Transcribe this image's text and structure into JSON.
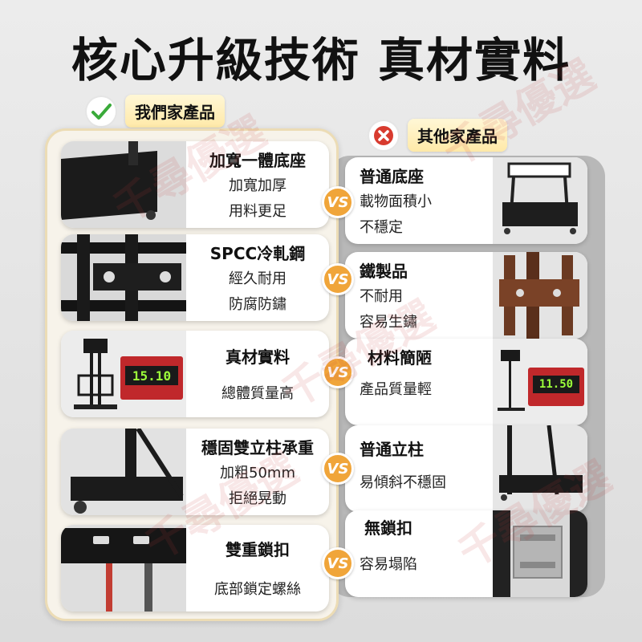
{
  "title": "核心升級技術 真材實料",
  "ours_label": "我們家產品",
  "others_label": "其他家產品",
  "vs_label": "VS",
  "watermark": "千尋優選",
  "colors": {
    "accent": "#f0a53a",
    "check": "#3aaa3a",
    "cross": "#d83b2f"
  },
  "rows": [
    {
      "ours": {
        "heading": "加寬一體底座",
        "lines": [
          "加寬加厚",
          "用料更足"
        ]
      },
      "others": {
        "heading": "普通底座",
        "lines": [
          "載物面積小",
          "不穩定"
        ]
      }
    },
    {
      "ours": {
        "heading": "SPCC冷軋鋼",
        "lines": [
          "經久耐用",
          "防腐防鏽"
        ]
      },
      "others": {
        "heading": "鐵製品",
        "lines": [
          "不耐用",
          "容易生鏽"
        ]
      }
    },
    {
      "ours": {
        "heading": "真材實料",
        "lines": [
          "總體質量高"
        ],
        "display": "15.10"
      },
      "others": {
        "heading": "材料簡陋",
        "lines": [
          "產品質量輕"
        ],
        "display": "11.50"
      }
    },
    {
      "ours": {
        "heading": "穩固雙立柱承重",
        "lines": [
          "加粗50mm",
          "拒絕晃動"
        ]
      },
      "others": {
        "heading": "普通立柱",
        "lines": [
          "易傾斜不穩固"
        ]
      }
    },
    {
      "ours": {
        "heading": "雙重鎖扣",
        "lines": [
          "底部鎖定螺絲"
        ]
      },
      "others": {
        "heading": "無鎖扣",
        "lines": [
          "容易塌陷"
        ]
      }
    }
  ]
}
